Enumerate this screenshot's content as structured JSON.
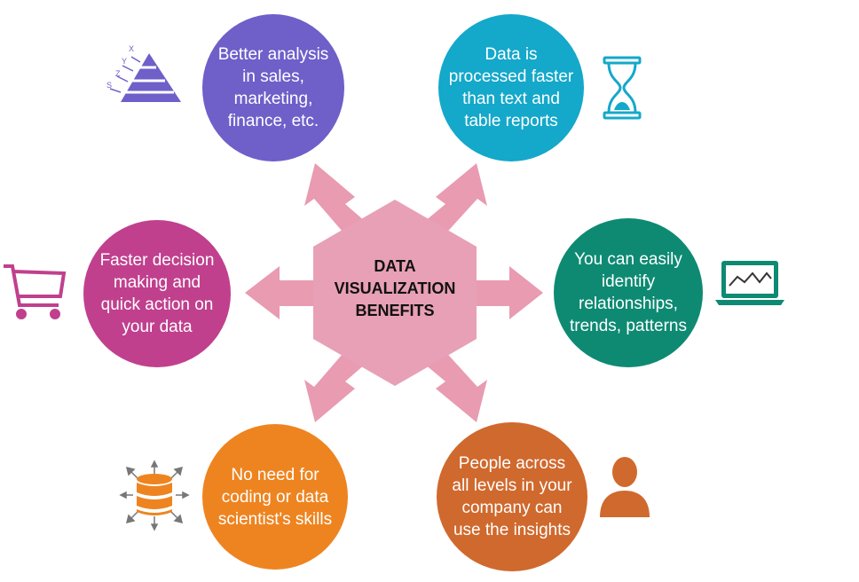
{
  "center": {
    "title": "DATA\nVISUALIZATION\nBENEFITS",
    "hex_color": "#E8A0B6",
    "arrow_color": "#E89BB1"
  },
  "benefits": [
    {
      "id": "analysis",
      "text": "Better analysis\nin sales,\nmarketing,\nfinance, etc.",
      "color": "#6E5FC9",
      "icon": "pyramid-chart-icon"
    },
    {
      "id": "speed",
      "text": "Data is\nprocessed faster\nthan text and\ntable reports",
      "color": "#14A8CA",
      "icon": "hourglass-icon"
    },
    {
      "id": "patterns",
      "text": "You can easily\nidentify\nrelationships,\ntrends, patterns",
      "color": "#0E8A73",
      "icon": "laptop-chart-icon"
    },
    {
      "id": "insights",
      "text": "People across\nall levels in your\ncompany can\nuse the insights",
      "color": "#D0692D",
      "icon": "person-icon"
    },
    {
      "id": "no-coding",
      "text": "No need for\ncoding or data\nscientist's skills",
      "color": "#EE8420",
      "icon": "database-icon"
    },
    {
      "id": "decision",
      "text": "Faster decision\nmaking and\nquick action on\nyour data",
      "color": "#C0408E",
      "icon": "shopping-cart-icon"
    }
  ],
  "icon_labels": {
    "pyramid": [
      "X",
      "Y",
      "Z",
      "S"
    ]
  }
}
